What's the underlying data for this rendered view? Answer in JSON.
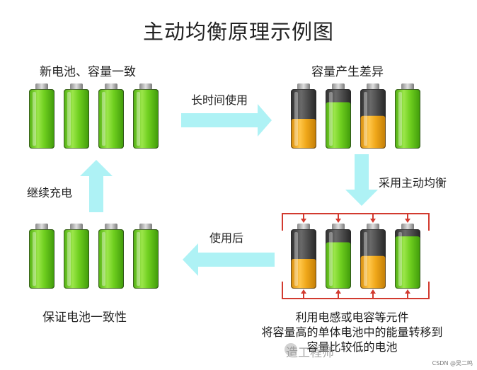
{
  "title": "主动均衡原理示例图",
  "captions": {
    "top_left": "新电池、容量一致",
    "top_right": "容量产生差异",
    "bottom_left": "保证电池一致性"
  },
  "arrow_labels": {
    "long_use": "长时间使用",
    "continue_charge": "继续充电",
    "adopt_balance": "采用主动均衡",
    "after_use": "使用后"
  },
  "description_lines": [
    "利用电感或电容等元件",
    "将容量高的单体电池中的能量转移到",
    "容量比较低的电池"
  ],
  "watermark": "造工程师",
  "csdn_credit": "CSDN @吴二鸣",
  "colors": {
    "green": "#6fcf1f",
    "orange": "#f0a81a",
    "arrow": "#aef2f5",
    "connector": "#d23a2f"
  },
  "battery_groups": [
    {
      "name": "top-left",
      "cells": [
        {
          "fill": "green",
          "level": 1.0
        },
        {
          "fill": "green",
          "level": 1.0
        },
        {
          "fill": "green",
          "level": 1.0
        },
        {
          "fill": "green",
          "level": 1.0
        }
      ]
    },
    {
      "name": "top-right",
      "cells": [
        {
          "fill": "orange",
          "level": 0.5
        },
        {
          "fill": "green",
          "level": 0.78
        },
        {
          "fill": "orange",
          "level": 0.55
        },
        {
          "fill": "green",
          "level": 1.0
        }
      ]
    },
    {
      "name": "bottom-left",
      "cells": [
        {
          "fill": "green",
          "level": 1.0
        },
        {
          "fill": "green",
          "level": 1.0
        },
        {
          "fill": "green",
          "level": 1.0
        },
        {
          "fill": "green",
          "level": 1.0
        }
      ]
    },
    {
      "name": "bottom-right",
      "cells": [
        {
          "fill": "orange",
          "level": 0.5
        },
        {
          "fill": "green",
          "level": 0.78
        },
        {
          "fill": "orange",
          "level": 0.55
        },
        {
          "fill": "green",
          "level": 0.88
        }
      ]
    }
  ]
}
